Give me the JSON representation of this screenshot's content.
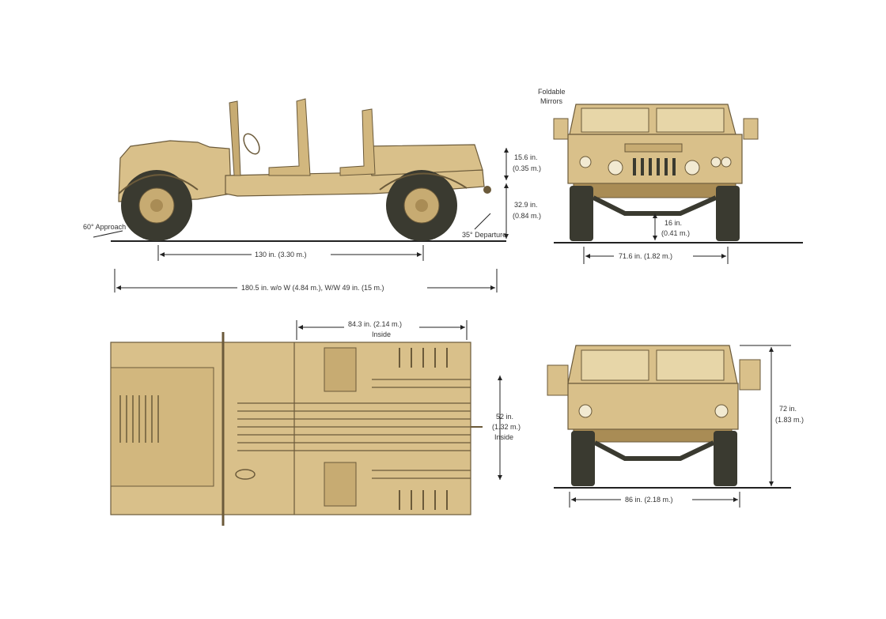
{
  "colors": {
    "body": "#d9c08a",
    "body_shade": "#c7ab72",
    "body_dark": "#a98c55",
    "tire": "#3a3a30",
    "ground": "#222222",
    "dim_line": "#222222",
    "text": "#333333"
  },
  "side_view": {
    "approach_label": "60° Approach",
    "departure_label": "35° Departure",
    "wheelbase_label": "130 in. (3.30 m.)",
    "length_label": "180.5 in. w/o W (4.84 m.), W/W 49 in. (15 m.)",
    "rear_height_label_1": "15.6 in.",
    "rear_height_label_2": "(0.35 m.)",
    "hitch_height_label_1": "32.9 in.",
    "hitch_height_label_2": "(0.84 m.)"
  },
  "front_view_top": {
    "mirrors_label_1": "Foldable",
    "mirrors_label_2": "Mirrors",
    "clearance_label_1": "16 in.",
    "clearance_label_2": "(0.41 m.)",
    "track_label": "71.6 in. (1.82 m.)"
  },
  "top_view": {
    "bed_length_label_1": "84.3 in. (2.14 m.)",
    "bed_length_label_2": "Inside",
    "bed_width_label_1": "52 in.",
    "bed_width_label_2": "(1.32 m.)",
    "bed_width_label_3": "Inside"
  },
  "front_view_bottom": {
    "height_label_1": "72 in.",
    "height_label_2": "(1.83 m.)",
    "width_label": "86 in. (2.18 m.)"
  }
}
